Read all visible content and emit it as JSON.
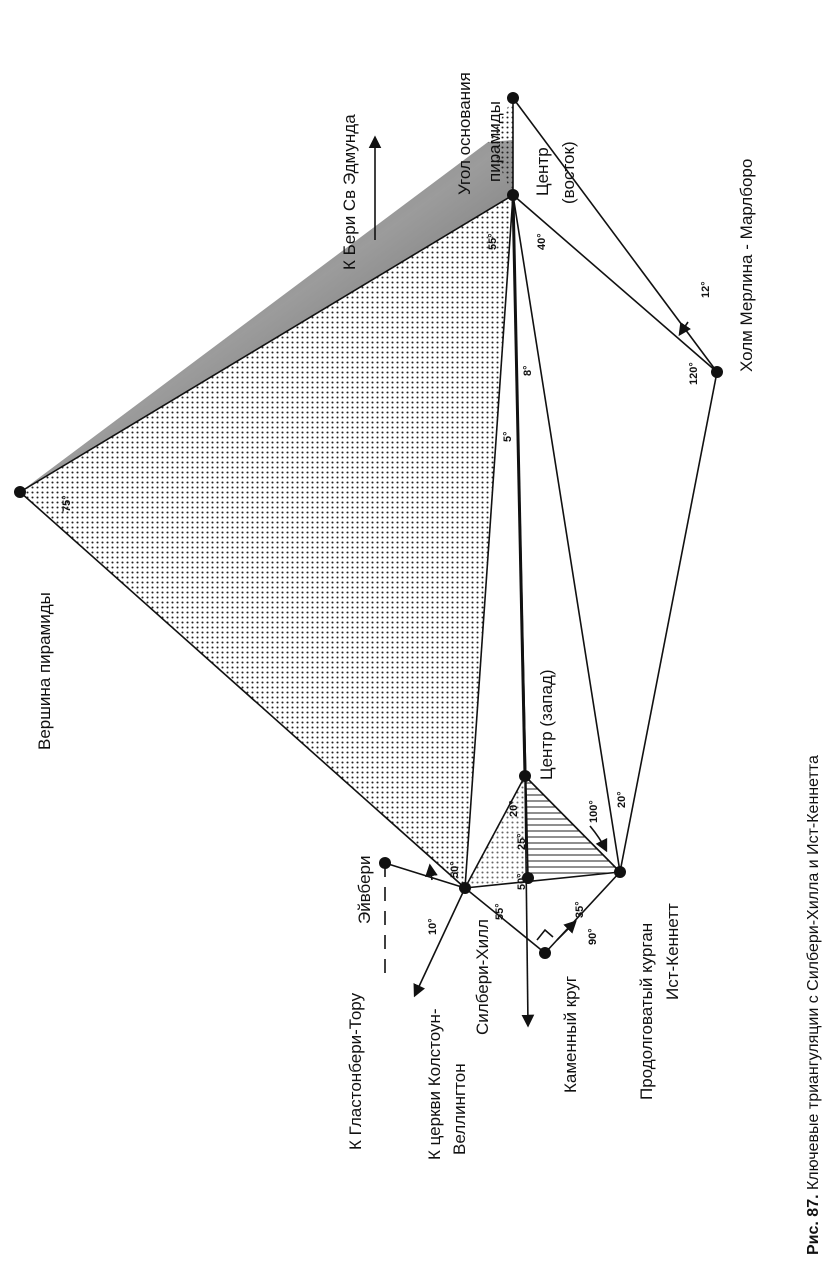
{
  "labels": {
    "apex": "Вершина пирамиды",
    "corner_top": "Угол основания",
    "corner_bottom": "пирамиды",
    "center_east_1": "Центр",
    "center_east_2": "(восток)",
    "st_edmunds": "К Бери Св  Эдмунда",
    "merlin": "Холм Мерлина - Марлборо",
    "avebury": "Эйвбери",
    "center_west": "Центр (запад)",
    "glastonbury": "К Гластонбери-Тору",
    "colston_1": "К церкви Колстоун-",
    "colston_2": "Веллингтон",
    "silbury": "Силбери-Хилл",
    "stone_circle": "Каменный круг",
    "barrow_1": "Продолговатый курган",
    "barrow_2": "Ист-Кеннетт"
  },
  "angles": {
    "a75": "75°",
    "a55_top": "55°",
    "a40": "40°",
    "a12": "12°",
    "a120": "120°",
    "a8": "8°",
    "a5": "5°",
    "a20_a": "20°",
    "a100": "100°",
    "a20_b": "20°",
    "a25": "25°",
    "a50_a": "50°",
    "a50_b": "50°",
    "a10": "10°",
    "a55_bottom": "55°",
    "a35": "35°",
    "a90": "90°"
  },
  "caption": {
    "number": "Рис. 87.",
    "text": " Ключевые триангуляции с Силбери-Хилла и Ист-Кеннетта"
  }
}
